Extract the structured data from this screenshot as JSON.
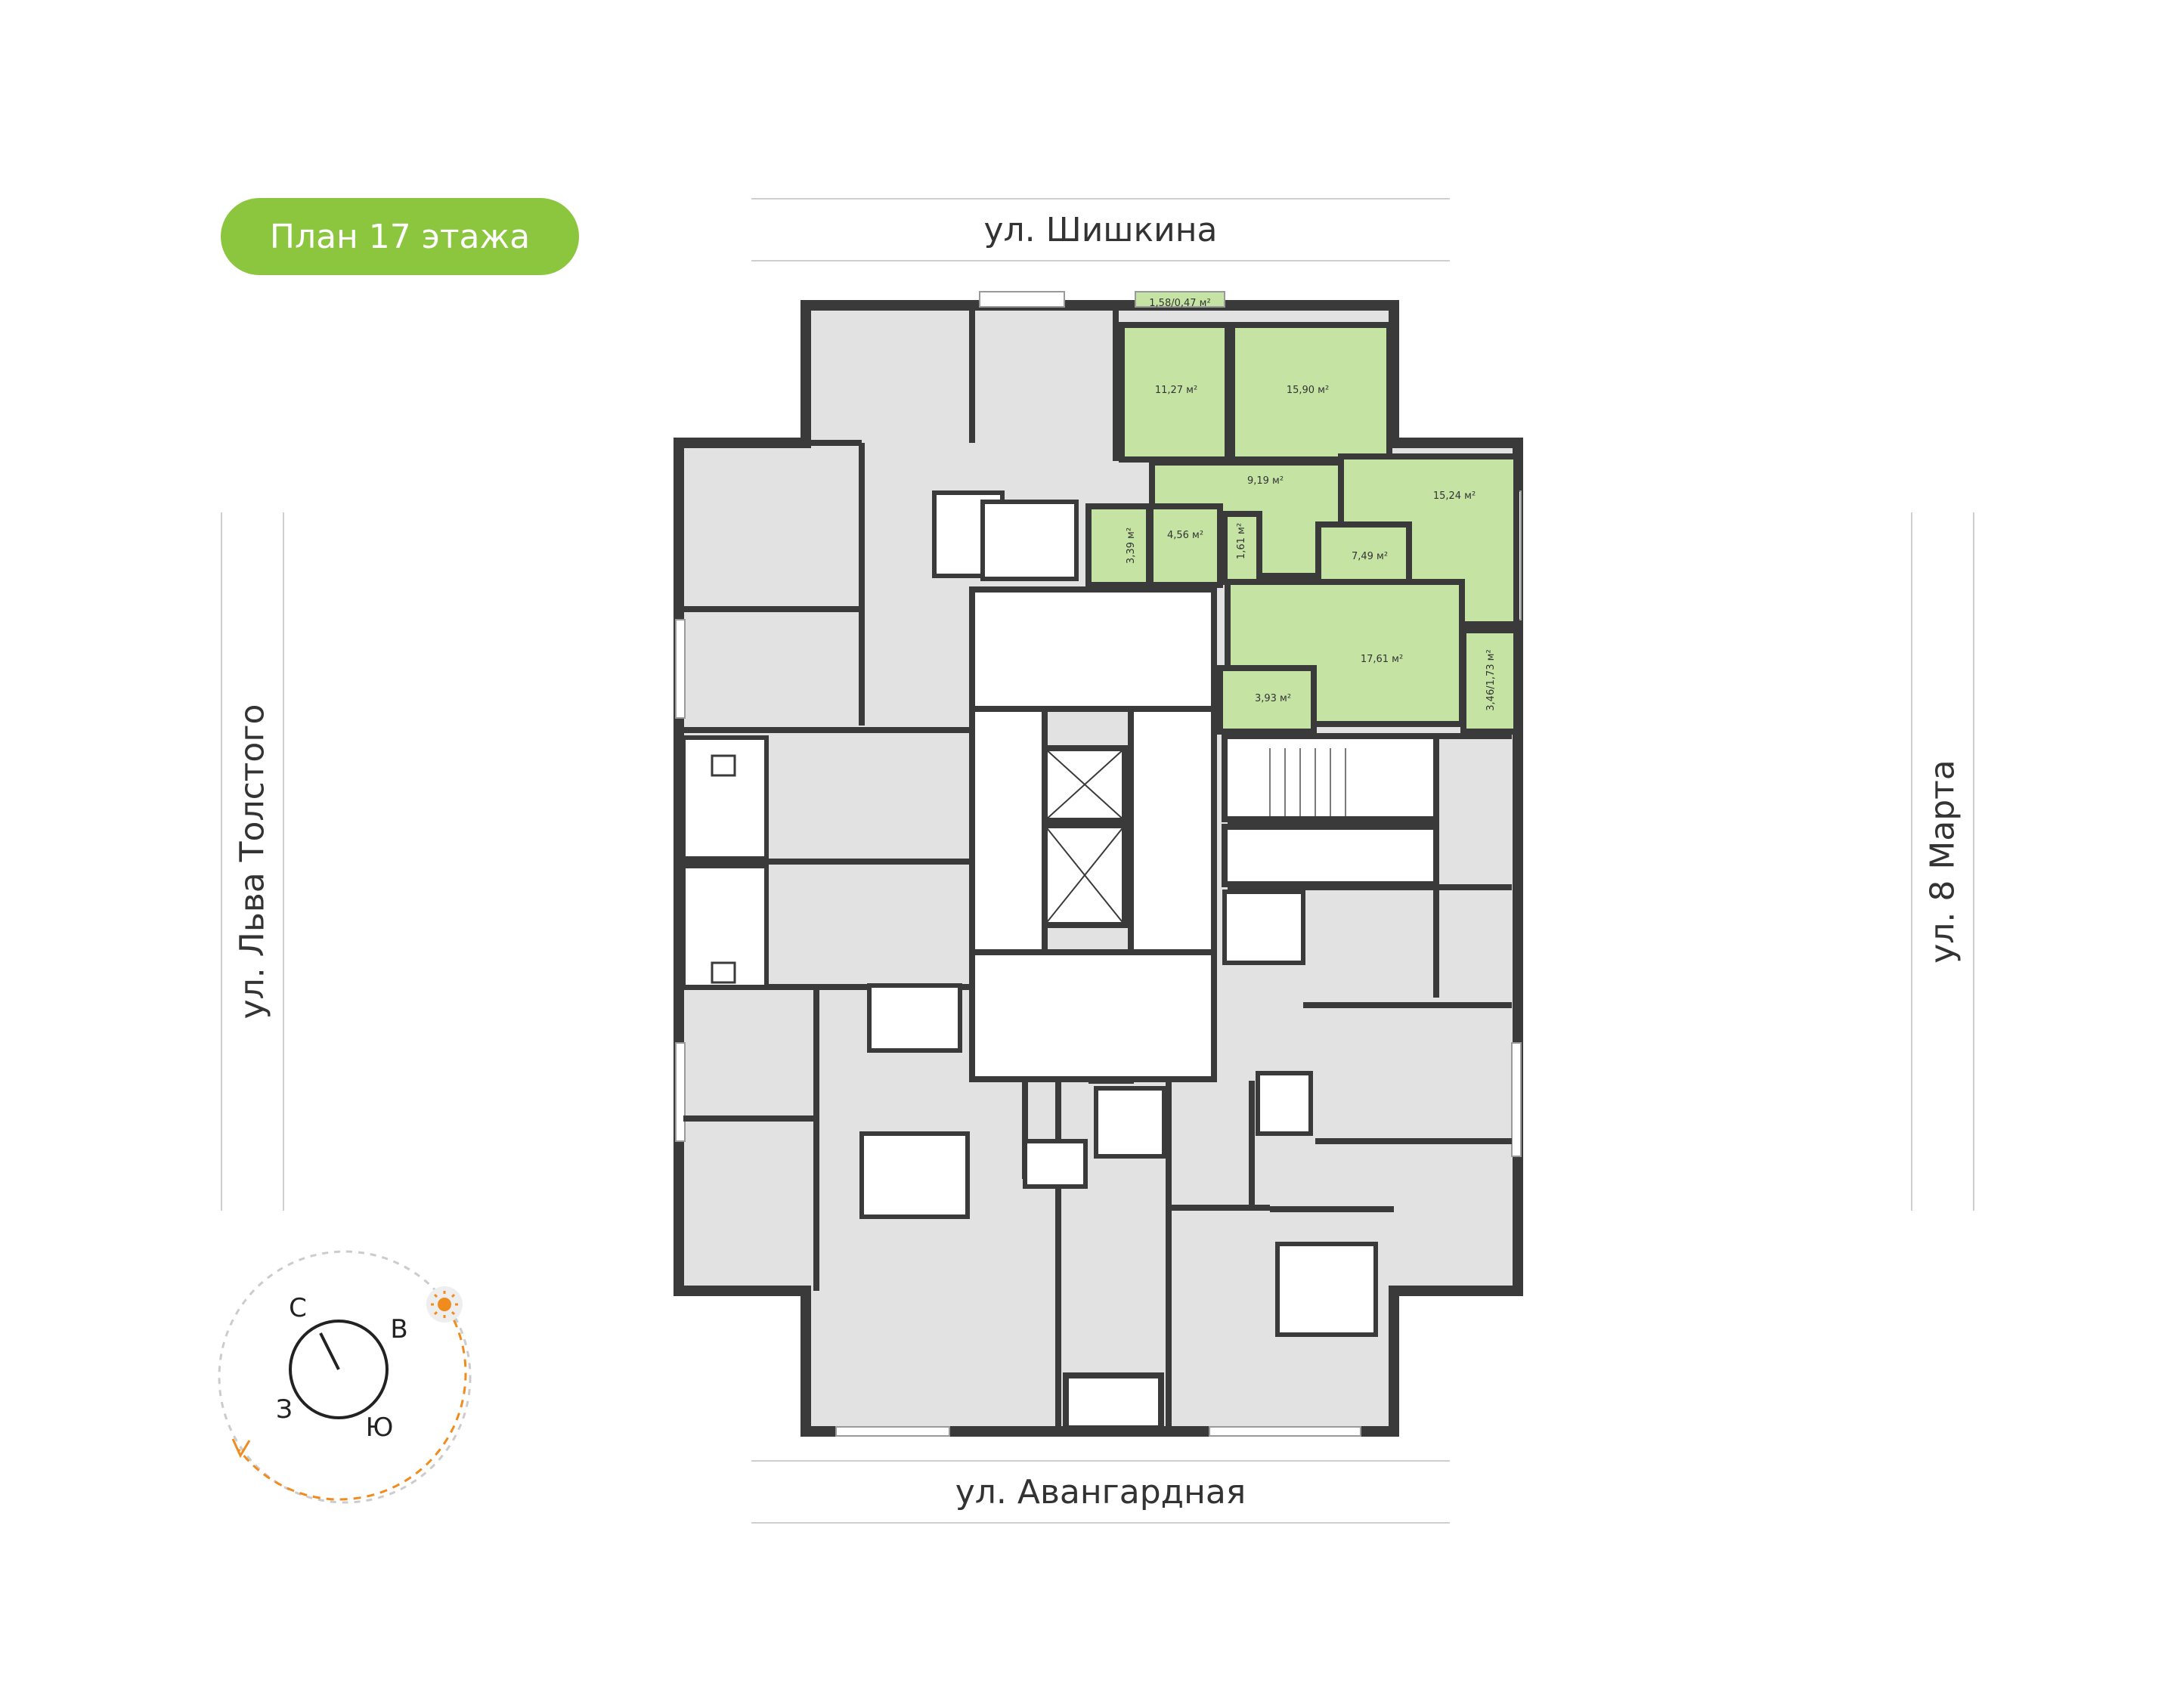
{
  "floor_badge": "План 17 этажа",
  "streets": {
    "north": "ул. Шишкина",
    "south": "ул. Авангардная",
    "west": "ул. Льва Толстого",
    "east": "ул. 8 Марта"
  },
  "compass": {
    "north": "С",
    "east": "В",
    "south": "Ю",
    "west": "З",
    "sun_icon": "sun-icon",
    "path_color": "#f08c1e"
  },
  "apartment": {
    "highlight_color": "#c5e4a4",
    "rooms": {
      "balcony_top": "1,58/0,47 м²",
      "room_1": "11,27 м²",
      "room_2": "15,90 м²",
      "hall": "9,19 м²",
      "living": "15,24 м²",
      "bath_1": "3,39 м²",
      "corridor": "4,56 м²",
      "wc": "1,61 м²",
      "kitchen": "7,49 м²",
      "room_3": "17,61 м²",
      "bath_2": "3,93 м²",
      "balcony_side": "3,46/1,73 м²"
    }
  },
  "colors": {
    "accent": "#8cc63f",
    "wall": "#3a3a3a",
    "room_fill": "#e2e2e2",
    "core_fill": "#ffffff"
  }
}
